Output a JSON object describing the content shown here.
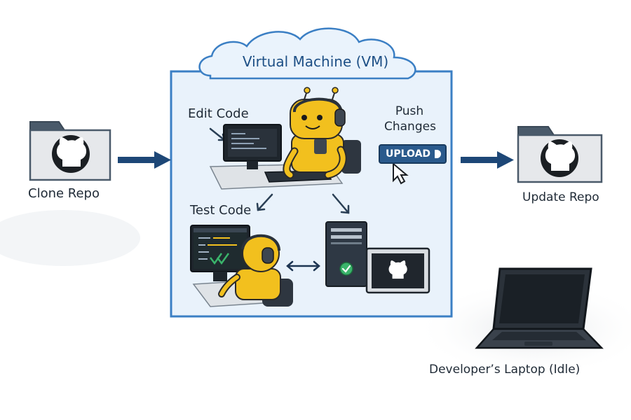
{
  "diagram": {
    "vm_title": "Virtual Machine (VM)",
    "left_repo": {
      "label": "Clone Repo",
      "icon": "github-octocat-icon"
    },
    "right_repo": {
      "label": "Update Repo",
      "icon": "github-octocat-icon"
    },
    "steps": {
      "edit": "Edit Code",
      "test": "Test Code",
      "push": "Push Changes"
    },
    "upload_button": "UPLOAD",
    "laptop": {
      "label": "Developer’s Laptop (Idle)"
    },
    "colors": {
      "vm_border": "#3b7fc4",
      "vm_fill": "#e9f2fb",
      "arrow": "#1d4777",
      "robot_yellow": "#f2c01e",
      "title_blue": "#1d4f85",
      "upload_button": "#2a5a8c",
      "check_green": "#3ab46b"
    }
  }
}
